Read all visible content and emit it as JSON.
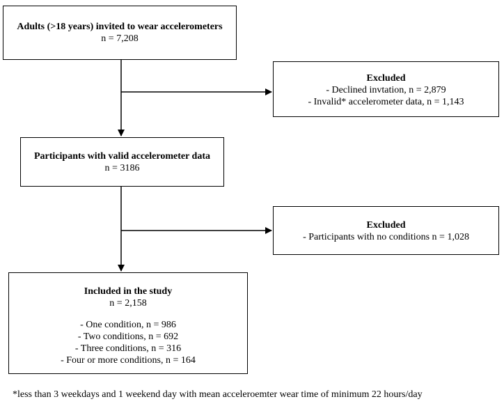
{
  "flowchart": {
    "invited": {
      "title": "Adults (>18 years) invited to wear accelerometers",
      "count": "n = 7,208"
    },
    "excluded_first": {
      "title": "Excluded",
      "items": [
        "- Declined invtation, n = 2,879",
        "- Invalid* accelerometer data, n = 1,143"
      ]
    },
    "valid": {
      "title": "Participants with valid accelerometer data",
      "count": "n = 3186"
    },
    "excluded_second": {
      "title": "Excluded",
      "items": [
        "- Participants with no conditions n = 1,028"
      ]
    },
    "included": {
      "title": "Included in the study",
      "count": "n = 2,158",
      "items": [
        "- One condition, n = 986",
        "- Two conditions, n = 692",
        "- Three conditions, n = 316",
        "- Four or more conditions, n = 164"
      ]
    }
  },
  "footnote": "*less than 3 weekdays and 1 weekend day with mean acceleroemter wear time of  minimum 22 hours/day"
}
